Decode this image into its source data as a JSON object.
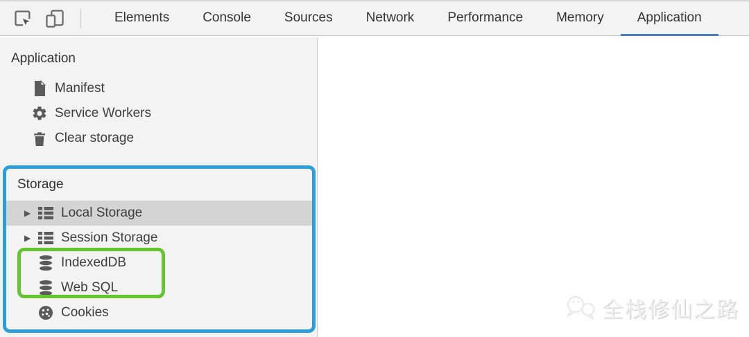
{
  "toolbar": {
    "icons": [
      {
        "name": "inspect-element-icon"
      },
      {
        "name": "toggle-device-toolbar-icon"
      }
    ],
    "tabs": [
      {
        "label": "Elements",
        "active": false
      },
      {
        "label": "Console",
        "active": false
      },
      {
        "label": "Sources",
        "active": false
      },
      {
        "label": "Network",
        "active": false
      },
      {
        "label": "Performance",
        "active": false
      },
      {
        "label": "Memory",
        "active": false
      },
      {
        "label": "Application",
        "active": true
      }
    ]
  },
  "sidebar": {
    "application_section": {
      "title": "Application",
      "items": [
        {
          "label": "Manifest",
          "icon": "document-icon"
        },
        {
          "label": "Service Workers",
          "icon": "gear-icon"
        },
        {
          "label": "Clear storage",
          "icon": "trash-icon"
        }
      ]
    },
    "storage_section": {
      "title": "Storage",
      "items": [
        {
          "label": "Local Storage",
          "icon": "table-icon",
          "expandable": true,
          "selected": true
        },
        {
          "label": "Session Storage",
          "icon": "table-icon",
          "expandable": true,
          "selected": false
        },
        {
          "label": "IndexedDB",
          "icon": "database-icon",
          "expandable": false,
          "selected": false
        },
        {
          "label": "Web SQL",
          "icon": "database-icon",
          "expandable": false,
          "selected": false
        },
        {
          "label": "Cookies",
          "icon": "cookie-icon",
          "expandable": false,
          "selected": false
        }
      ]
    }
  },
  "annotations": {
    "storage_outline_color": "#2da0dc",
    "highlight_outline_color": "#66c431"
  },
  "colors": {
    "tab_underline": "#4a7dbf",
    "selected_row_bg": "#d4d4d4",
    "panel_bg": "#f3f3f3"
  },
  "watermark": {
    "icon": "wechat-icon",
    "text": "全栈修仙之路"
  },
  "glyphs": {
    "expander_collapsed": "▶"
  }
}
